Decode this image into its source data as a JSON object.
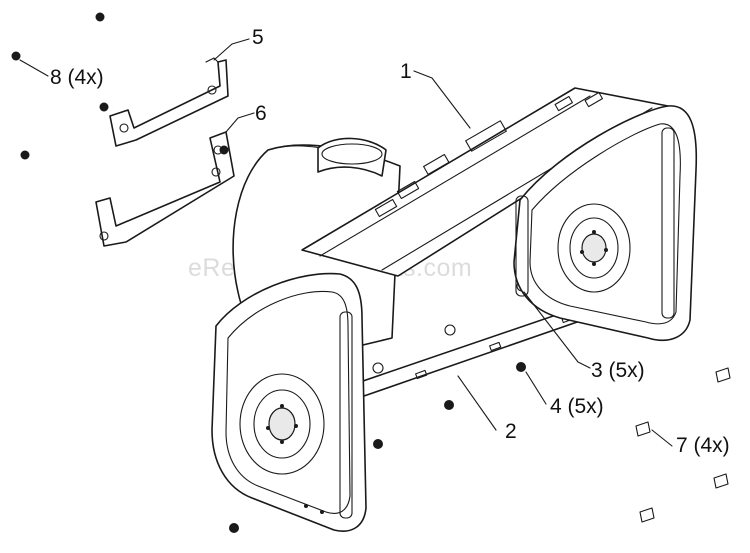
{
  "watermark": "eReplacementParts.com",
  "callouts": [
    {
      "id": "c1",
      "text": "1"
    },
    {
      "id": "c2",
      "text": "2"
    },
    {
      "id": "c3",
      "text": "3 (5x)"
    },
    {
      "id": "c4",
      "text": "4 (5x)"
    },
    {
      "id": "c5",
      "text": "5"
    },
    {
      "id": "c6",
      "text": "6"
    },
    {
      "id": "c7",
      "text": "7 (4x)"
    },
    {
      "id": "c8",
      "text": "8 (4x)"
    }
  ]
}
